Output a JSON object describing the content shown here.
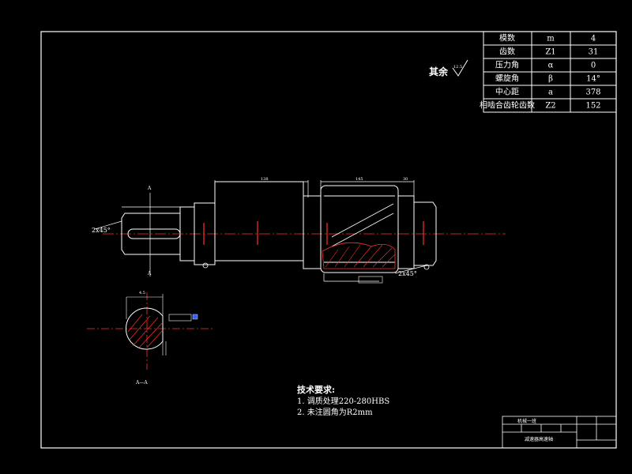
{
  "gear_parameters": {
    "rows": [
      {
        "name": "模数",
        "symbol": "m",
        "value": "4"
      },
      {
        "name": "齿数",
        "symbol": "Z1",
        "value": "31"
      },
      {
        "name": "压力角",
        "symbol": "α",
        "value": "0"
      },
      {
        "name": "螺旋角",
        "symbol": "β",
        "value": "14°"
      },
      {
        "name": "中心距",
        "symbol": "a",
        "value": "378"
      },
      {
        "name": "相啮合齿轮齿数",
        "symbol": "Z2",
        "value": "152"
      }
    ]
  },
  "surface_note": {
    "text": "其余",
    "roughness": "12.5"
  },
  "dimensions": {
    "chamfer_left": "2x45°",
    "chamfer_right": "2x45°",
    "len_a": "138",
    "len_b": "145",
    "len_c": "30",
    "section_width": "4.5",
    "section_label_top": "A",
    "section_label_bottom": "A",
    "section_name": "A—A"
  },
  "tech_requirements": {
    "title": "技术要求:",
    "items": [
      "1. 调质处理220-280HBS",
      "2. 未注圆角为R2mm"
    ]
  },
  "title_block": {
    "drawing_name": "机械一班",
    "part_name": "减速器高速轴"
  },
  "colors": {
    "background": "#000000",
    "lines": "#ffffff",
    "dimension": "#ff3030",
    "centerline": "#ff3030",
    "hatch": "#ff3030",
    "accent": "#3060ff"
  }
}
